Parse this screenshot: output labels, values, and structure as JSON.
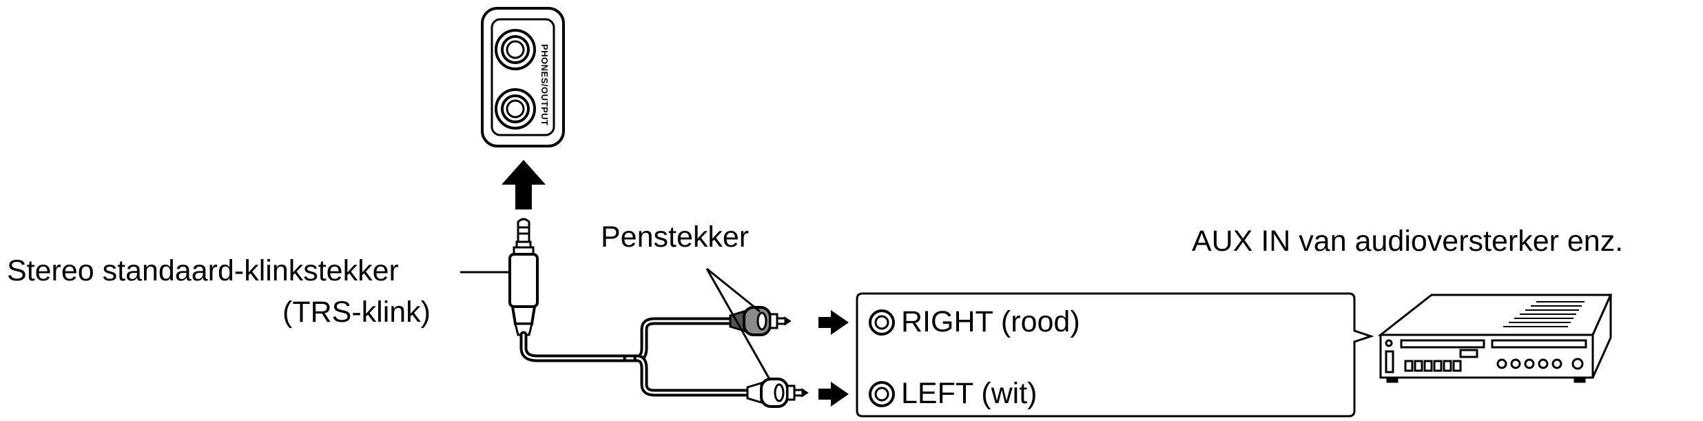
{
  "panel": {
    "label": "PHONES/OUTPUT"
  },
  "labels": {
    "trs_plug_line1": "Stereo standaard-klinkstekker",
    "trs_plug_line2": "(TRS-klink)",
    "rca_plugs": "Penstekker",
    "aux_in": "AUX IN van audioversterker enz."
  },
  "inputs": {
    "right": "RIGHT (rood)",
    "left": "LEFT (wit)"
  },
  "colors": {
    "line": "#000000",
    "plug_fill": "#cfcfcf",
    "red_plug": "#8a8a8a",
    "background": "#ffffff"
  },
  "icons": {
    "jack": "circle-jack-icon",
    "arrow": "arrow-right-icon",
    "arrow_up": "arrow-up-icon",
    "amplifier": "amplifier-icon"
  }
}
